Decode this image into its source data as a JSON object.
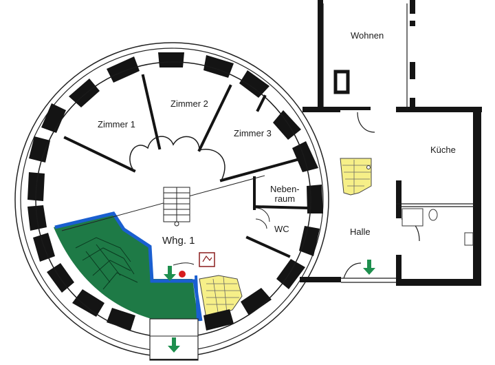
{
  "rooms": {
    "wohnen": "Wohnen",
    "zimmer1": "Zimmer 1",
    "zimmer2": "Zimmer 2",
    "zimmer3": "Zimmer 3",
    "kueche": "Küche",
    "nebenraum_line1": "Neben-",
    "nebenraum_line2": "raum",
    "wc": "WC",
    "halle": "Halle",
    "whg1": "Whg. 1"
  },
  "colors": {
    "wall": "#141414",
    "green_zone": "#1e7a46",
    "yellow_stair": "#f6ef88",
    "blue_line": "#1a5fd0",
    "exit_arrow": "#1e8f4e",
    "red_dot": "#d61d1d"
  },
  "icons": {
    "exit_arrows": [
      "arrow-down-icon",
      "arrow-down-icon",
      "arrow-down-icon",
      "arrow-down-icon"
    ],
    "sign": "fire-extinguisher-sign-icon"
  }
}
